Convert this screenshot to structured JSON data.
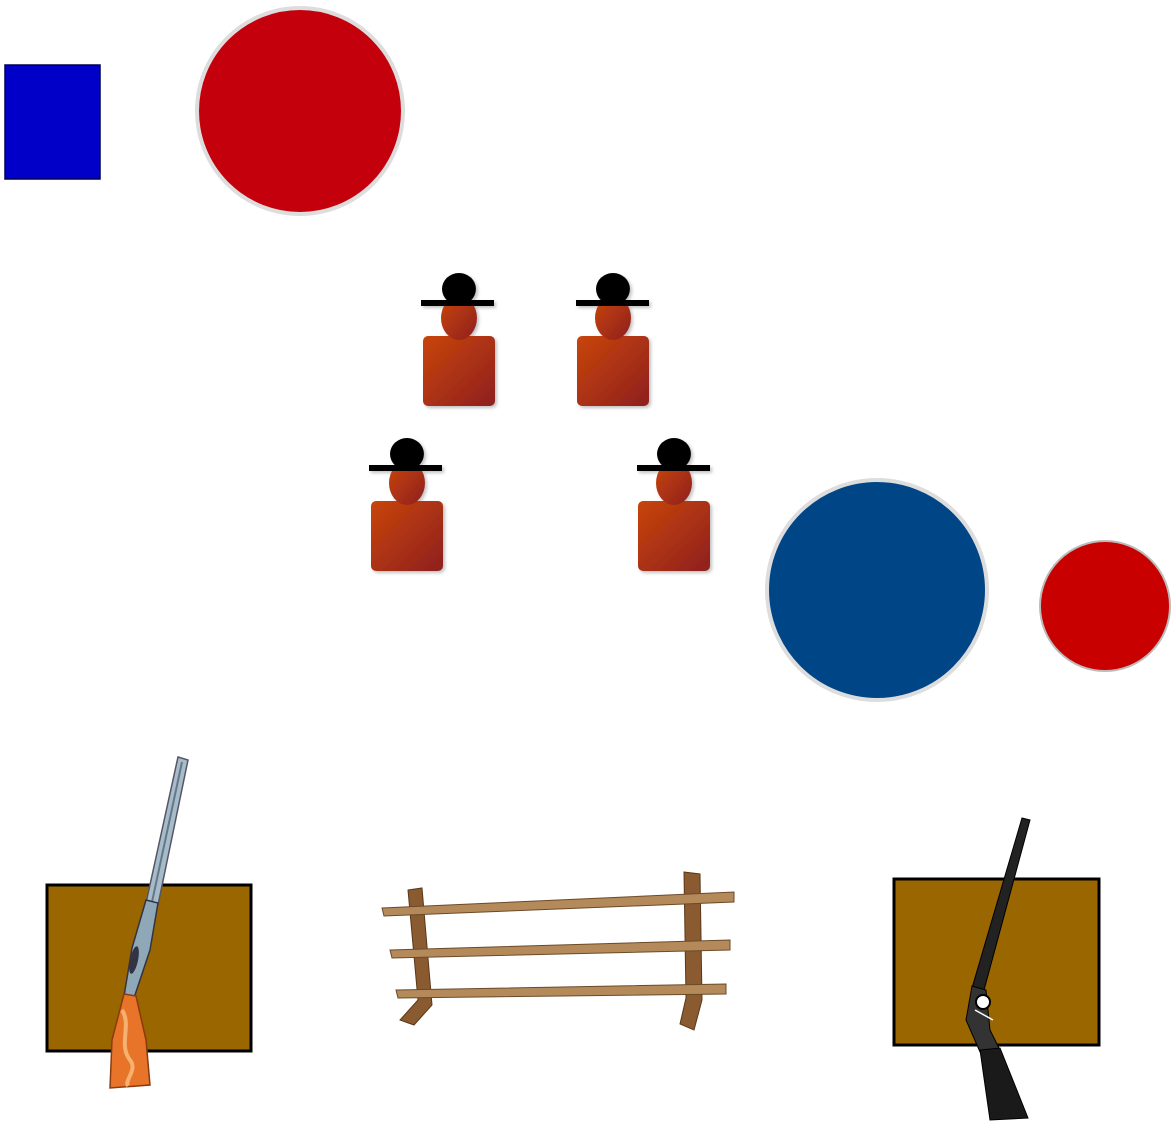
{
  "title": "",
  "colors": {
    "background": "#ffffff",
    "blue_square": "#0000c8",
    "red_circle": "#c3000c",
    "blue_circle": "#004586",
    "red_circle_small": "#c80000",
    "target_box": "#996600",
    "figure_body_light": "#c0400a",
    "figure_body_dark": "#8e1f1f",
    "hat": "#000000",
    "rifle_barrel": "#8fa8b8",
    "rifle_stock": "#e8742a",
    "shotgun": "#1a1a1a",
    "fence_wood": "#a87c4e"
  },
  "shapes": {
    "square": "blue-square",
    "large_circle_1": "red-circle",
    "large_circle_2": "blue-circle",
    "small_circle": "red-circle"
  },
  "figures": [
    {
      "name": "figure-back-left",
      "icon": "person-with-hat-icon"
    },
    {
      "name": "figure-back-right",
      "icon": "person-with-hat-icon"
    },
    {
      "name": "figure-front-left",
      "icon": "person-with-hat-icon"
    },
    {
      "name": "figure-front-right",
      "icon": "person-with-hat-icon"
    }
  ],
  "props": {
    "left_weapon": "rifle-icon",
    "center_obstacle": "wooden-fence-icon",
    "right_weapon": "shotgun-icon",
    "left_box": "brown-box",
    "right_box": "brown-box"
  }
}
